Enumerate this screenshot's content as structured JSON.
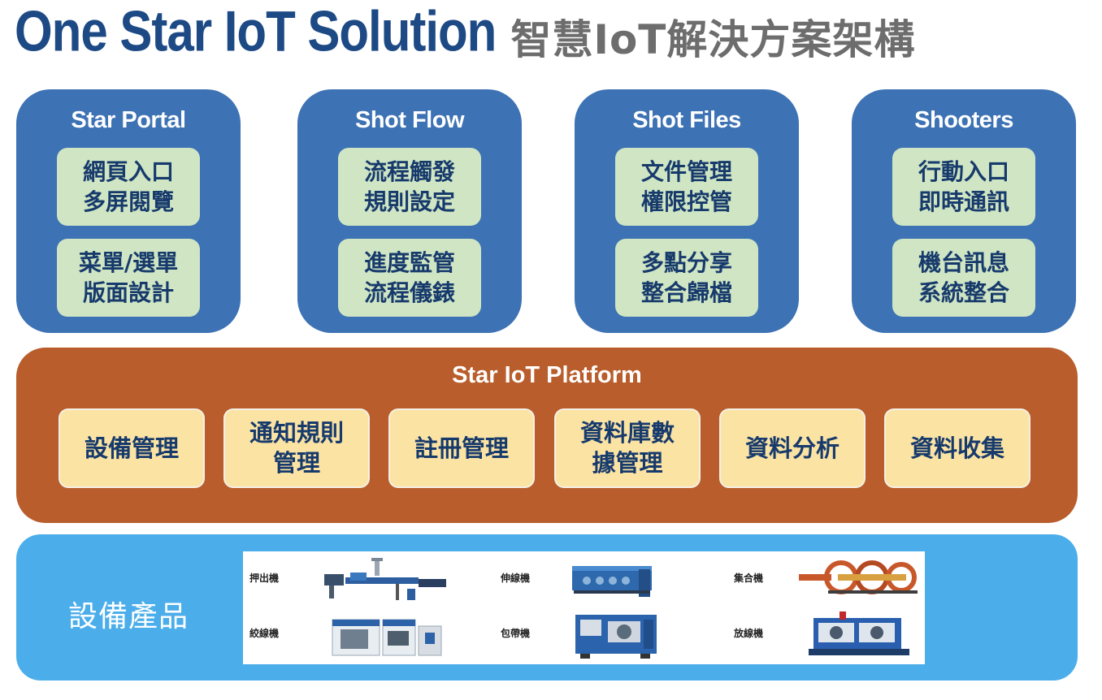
{
  "header": {
    "title_main": "One Star IoT Solution",
    "title_sub": "智慧IoT解決方案架構"
  },
  "modules": [
    {
      "title": "Star Portal",
      "features": [
        "網頁入口\n多屏閱覽",
        "菜單/選單\n版面設計"
      ]
    },
    {
      "title": "Shot Flow",
      "features": [
        "流程觸發\n規則設定",
        "進度監管\n流程儀錶"
      ]
    },
    {
      "title": "Shot Files",
      "features": [
        "文件管理\n權限控管",
        "多點分享\n整合歸檔"
      ]
    },
    {
      "title": "Shooters",
      "features": [
        "行動入口\n即時通訊",
        "機台訊息\n系統整合"
      ]
    }
  ],
  "platform": {
    "title": "Star IoT Platform",
    "items": [
      "設備管理",
      "通知規則\n管理",
      "註冊管理",
      "資料庫數\n據管理",
      "資料分析",
      "資料收集"
    ]
  },
  "products": {
    "label": "設備產品",
    "machines": [
      "押出機",
      "伸線機",
      "集合機",
      "絞線機",
      "包帶機",
      "放線機"
    ]
  },
  "colors": {
    "title_blue": "#1d4a85",
    "title_gray": "#6d6d6d",
    "module_blue": "#3d72b4",
    "feature_green": "#cfe5c3",
    "platform_orange": "#b85d2b",
    "platform_item_yellow": "#fbe3a3",
    "products_blue": "#4baeea"
  }
}
